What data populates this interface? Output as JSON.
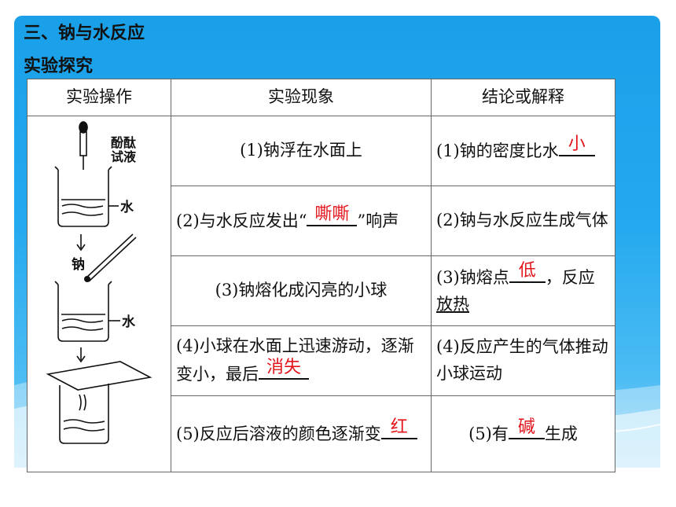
{
  "heading": {
    "section": "三、钠与水反应",
    "sub": "实验探究"
  },
  "headers": [
    "实验操作",
    "实验现象",
    "结论或解释"
  ],
  "diagram": {
    "label_reagent": [
      "酚酞",
      "试液"
    ],
    "label_water": "水",
    "label_sodium": "钠"
  },
  "rows": [
    {
      "phen": "(1)钠浮在水面上",
      "concl_pre": "(1)钠的密度比水",
      "concl_ans": "小"
    },
    {
      "phen_pre": "(2)与水反应发出“",
      "phen_ans": "嘶嘶",
      "phen_post": "”响声",
      "concl": "(2)钠与水反应生成气体"
    },
    {
      "phen": "(3)钠熔化成闪亮的小球",
      "concl_pre": "(3)钠熔点",
      "concl_ans": "低",
      "concl_mid": "，反应",
      "concl_ul": "放热"
    },
    {
      "phen_pre": "(4)小球在水面上迅速游动，逐渐变小，最后",
      "phen_ans": "消失",
      "concl": "(4)反应产生的气体推动小球运动"
    },
    {
      "phen_pre": "(5)反应后溶液的颜色逐渐变",
      "phen_ans": "红",
      "concl_pre": "(5)有",
      "concl_ans": "碱",
      "concl_post": "生成"
    }
  ]
}
